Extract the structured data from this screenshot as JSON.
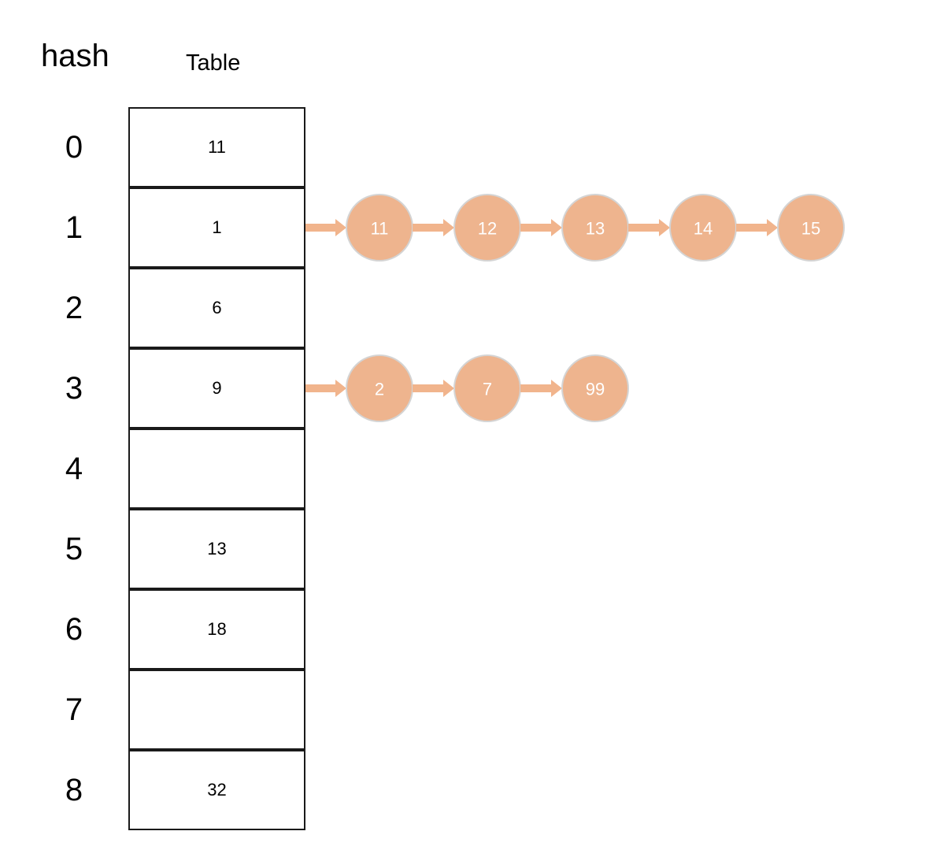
{
  "header": {
    "hash_label": "hash",
    "table_label": "Table"
  },
  "colors": {
    "node_fill": "#eeb48e",
    "node_stroke": "#d4d4d4",
    "arrow": "#f1b48c",
    "cell_border": "#1a1a1a"
  },
  "rows": [
    {
      "hash": "0",
      "value": "11",
      "chain": []
    },
    {
      "hash": "1",
      "value": "1",
      "chain": [
        "11",
        "12",
        "13",
        "14",
        "15"
      ]
    },
    {
      "hash": "2",
      "value": "6",
      "chain": []
    },
    {
      "hash": "3",
      "value": "9",
      "chain": [
        "2",
        "7",
        "99"
      ]
    },
    {
      "hash": "4",
      "value": "",
      "chain": []
    },
    {
      "hash": "5",
      "value": "13",
      "chain": []
    },
    {
      "hash": "6",
      "value": "18",
      "chain": []
    },
    {
      "hash": "7",
      "value": "",
      "chain": []
    },
    {
      "hash": "8",
      "value": "32",
      "chain": []
    }
  ]
}
